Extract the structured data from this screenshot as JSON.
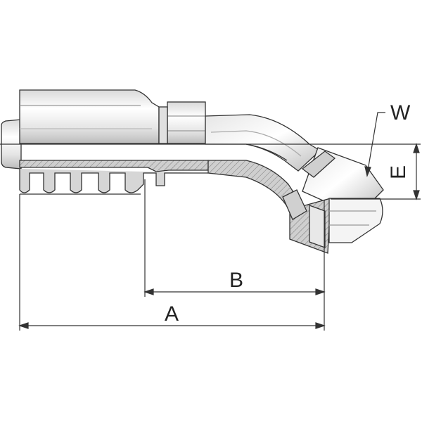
{
  "diagram": {
    "labels": {
      "W": "W",
      "E": "E",
      "B": "B",
      "A": "A"
    },
    "colors": {
      "line": "#333333",
      "metal_light": "#f2f2f2",
      "metal_mid": "#cfcfcf",
      "metal_dark": "#9a9a9a",
      "section": "#bdbdbd"
    }
  }
}
